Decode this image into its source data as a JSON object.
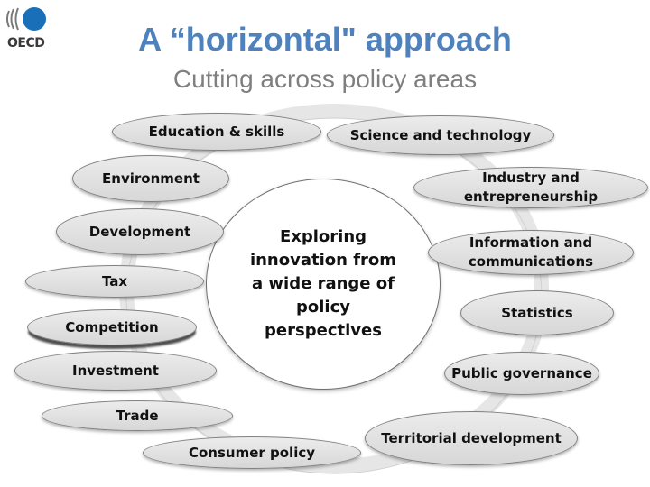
{
  "logo": {
    "text": "OECD",
    "color": "#1a70b8"
  },
  "title": "A “horizontal\" approach",
  "subtitle": "Cutting across policy areas",
  "center": "Exploring innovation from a wide range of policy perspectives",
  "left_areas": [
    "Education & skills",
    "Environment",
    "Development",
    "Tax",
    "Competition",
    "Investment",
    "Trade",
    "Consumer policy"
  ],
  "right_areas": [
    "Science and technology",
    "Industry and entrepreneurship",
    "Information and communications",
    "Statistics",
    "Public governance",
    "Territorial development"
  ],
  "colors": {
    "title": "#4f81bd",
    "subtitle": "#7f7f7f",
    "pill_fill": "#e0e0e0",
    "ring": "#e4e4e4"
  }
}
